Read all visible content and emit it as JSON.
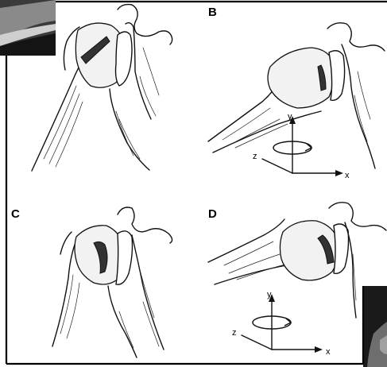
{
  "panels": [
    {
      "id": "A",
      "label": ""
    },
    {
      "id": "B",
      "label": "B"
    },
    {
      "id": "C",
      "label": "C"
    },
    {
      "id": "D",
      "label": "D"
    }
  ],
  "axes": {
    "y_label": "y",
    "x_label": "x",
    "z_label": "z"
  },
  "colors": {
    "background": "#ffffff",
    "ink": "#111111",
    "photo_dark": "#1a1a1a"
  }
}
